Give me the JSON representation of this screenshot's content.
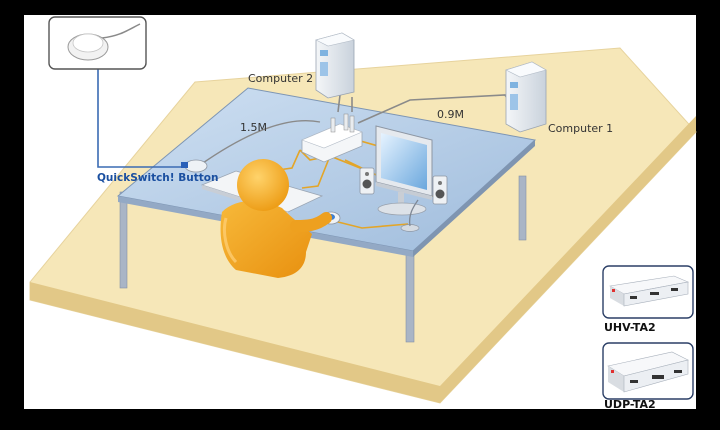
{
  "labels": {
    "computer1": "Computer 1",
    "computer2": "Computer 2",
    "cable_short": "0.9M",
    "cable_long": "1.5M",
    "quickswitch": "QuickSwitch! Button",
    "model_hdmi": "UHV-TA2",
    "model_dp": "UDP-TA2"
  },
  "colors": {
    "frame": "#000000",
    "canvas": "#ffffff",
    "floor": "#f6e7b8",
    "floor_edge": "#e2c887",
    "desk_top": "#b6cde6",
    "desk_leg": "#a7b3c4",
    "person": "#f2a21a",
    "cable": "#e3a528",
    "label_blue": "#1a4fa0"
  }
}
